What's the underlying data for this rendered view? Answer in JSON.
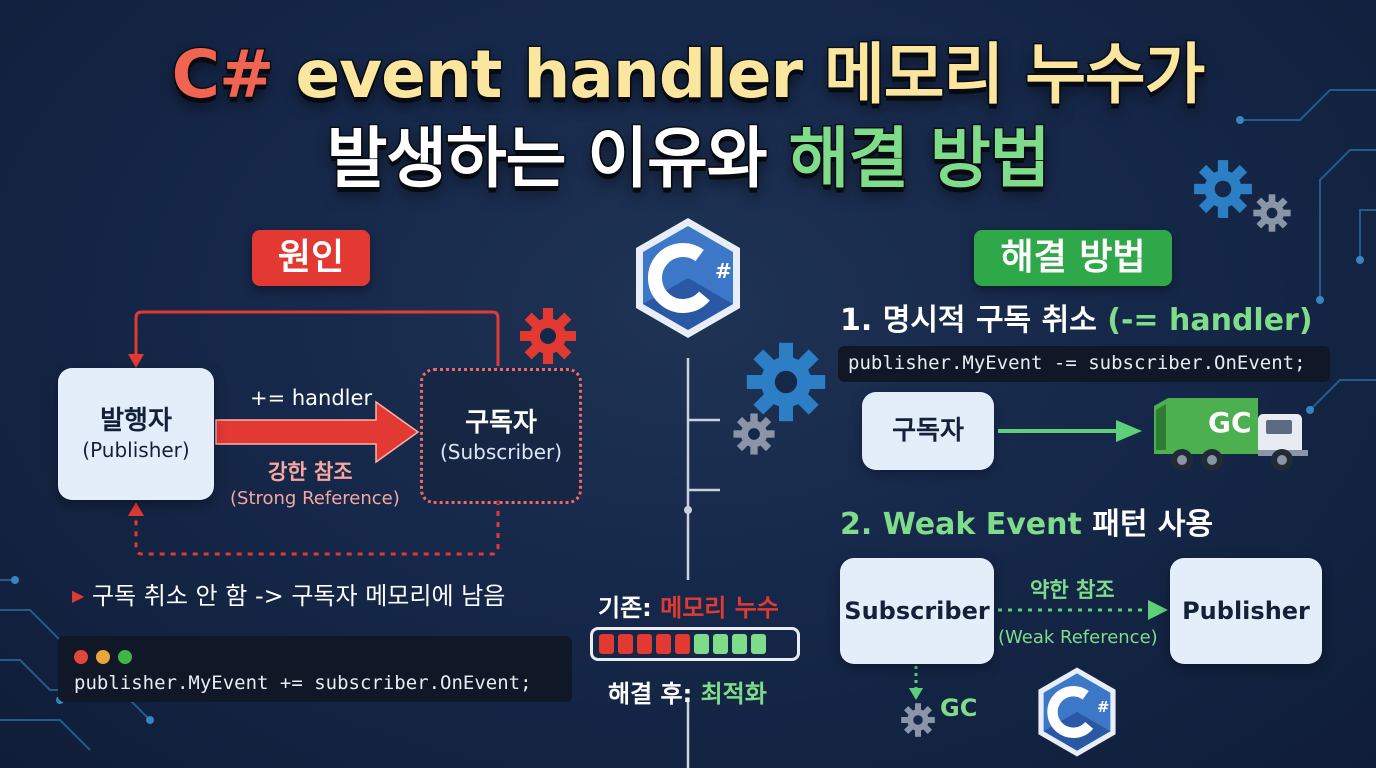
{
  "title": {
    "line1": {
      "part1": "C#",
      "part2": " event handler 메모리 누수가"
    },
    "line2": {
      "part1": "발생하는 이유와 ",
      "part2": "해결 방법"
    }
  },
  "cause": {
    "badge": "원인",
    "publisher": {
      "title": "발행자",
      "sub": "(Publisher)"
    },
    "subscriber": {
      "title": "구독자",
      "sub": "(Subscriber)"
    },
    "arrow_label": "+= handler",
    "strong_ref": {
      "label": "강한 참조",
      "sub": "(Strong Reference)"
    },
    "bullet": "구독 취소 안 함 -> 구독자 메모리에 남음",
    "code": "publisher.MyEvent += subscriber.OnEvent;"
  },
  "center": {
    "logo_text": "C#",
    "before_label": "기존: ",
    "before_value": "메모리 누수",
    "after_label": "해결 후: ",
    "after_value": "최적화",
    "memory_bar": {
      "red_segments": 5,
      "green_segments": 4
    }
  },
  "solution": {
    "badge": "해결 방법",
    "step1": {
      "prefix": "1. 명시적 구독 취소 ",
      "highlight": "(-= handler)"
    },
    "code": "publisher.MyEvent -= subscriber.OnEvent;",
    "subscriber_box": "구독자",
    "gc_truck_label": "GC",
    "step2": {
      "highlight": "2. Weak Event",
      "suffix": " 패턴 사용"
    },
    "weak": {
      "subscriber": "Subscriber",
      "publisher": "Publisher",
      "label": "약한 참조",
      "sub": "(Weak Reference)",
      "gc": "GC"
    }
  },
  "colors": {
    "red": "#e23a32",
    "green": "#2fa84a",
    "highlight_green": "#7fdc8a",
    "title_yellow": "#fbe6a0",
    "background": "#16284a"
  }
}
